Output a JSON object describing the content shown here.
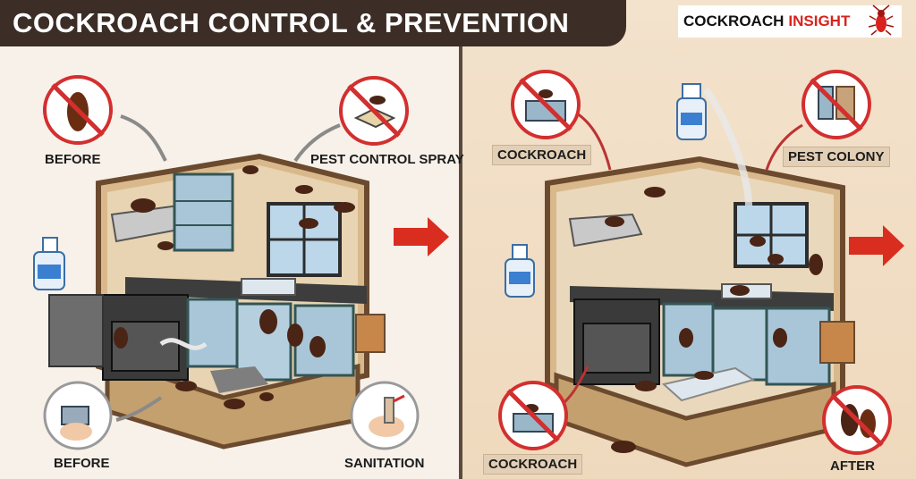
{
  "title": "COCKROACH CONTROL & PREVENTION",
  "brand": {
    "part1": "COCKROACH",
    "part2": "INSIGHT"
  },
  "left_labels": {
    "top_left": "BEFORE",
    "top_right": "PEST CONTROL SPRAY",
    "bottom_left": "BEFORE",
    "bottom_right": "SANITATION"
  },
  "right_labels": {
    "top_left": "COCKROACH",
    "top_right": "PEST COLONY",
    "bottom_left": "COCKROACH",
    "bottom_right": "AFTER"
  },
  "colors": {
    "title_bg": "#3c2e27",
    "brand_red": "#d8231f",
    "arrow_red": "#d92d20",
    "prohibit_red": "#d32f2f",
    "cabinet_blue": "#a9c6d8",
    "wall_tan": "#d9b98c"
  },
  "icons": [
    "cockroach-icon",
    "spray-bottle-icon",
    "no-symbol-icon",
    "red-arrow-icon",
    "kitchen-illustration"
  ]
}
